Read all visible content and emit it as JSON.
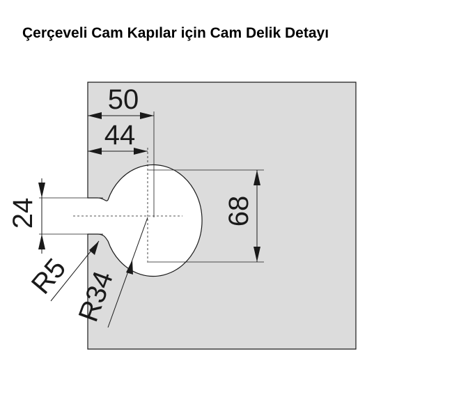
{
  "title": "Çerçeveli Cam Kapılar için Cam Delik Detayı",
  "colors": {
    "glass": "#dcdcdc",
    "line": "#1a1a1a",
    "hole": "#ffffff"
  },
  "dimensions": {
    "width_outer": "50",
    "width_inner": "44",
    "slot_height": "24",
    "hole_diameter": "68",
    "corner_radius": "R5",
    "hole_radius": "R34"
  }
}
